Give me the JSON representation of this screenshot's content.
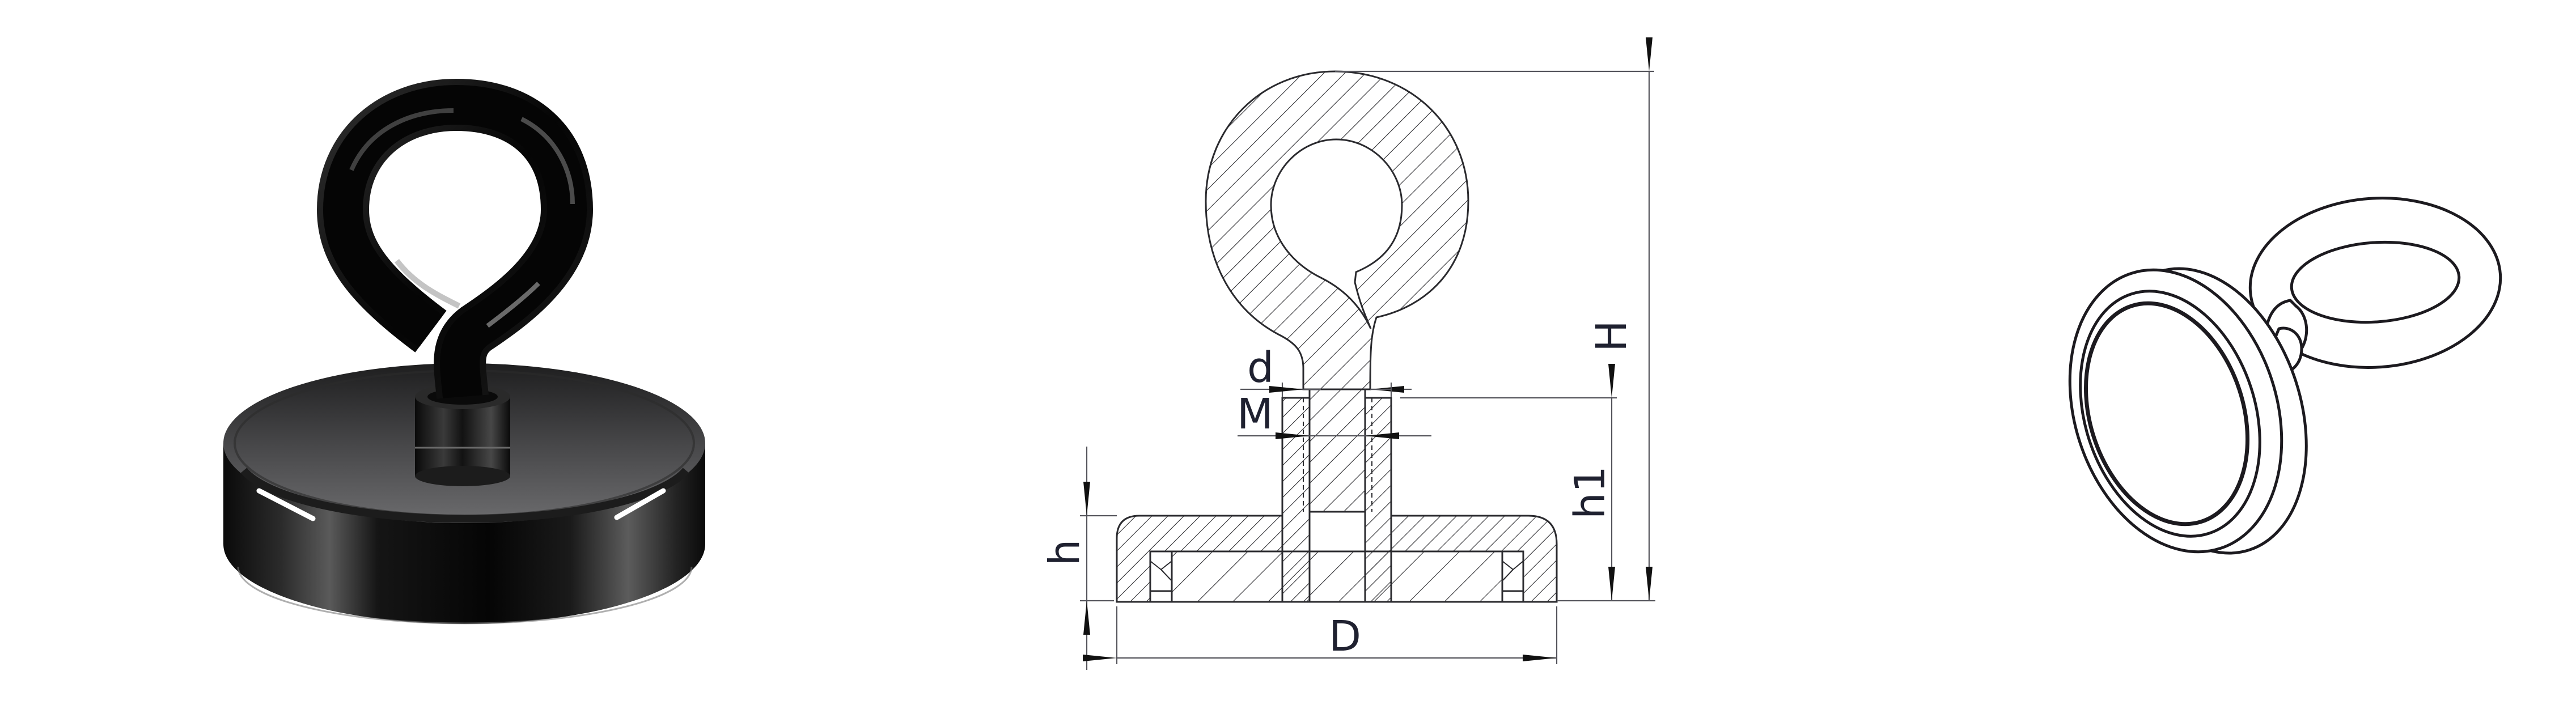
{
  "figure": {
    "panels": [
      {
        "id": "photo",
        "description": "Rendered product view of black pot magnet with eye hook"
      },
      {
        "id": "drawing",
        "description": "Sectional technical drawing with dimensions"
      },
      {
        "id": "sketch",
        "description": "Line-art isometric sketch of magnet with eye hook"
      }
    ]
  },
  "drawing": {
    "dimensions": {
      "d": "d",
      "M": "M",
      "H": "H",
      "h1": "h1",
      "h": "h",
      "D": "D"
    }
  },
  "colors": {
    "background": "#ffffff",
    "line": "#2a2a2e",
    "label": "#1f2130",
    "magnet_dark": "#0c0c0e",
    "magnet_face": "#5a5a5c"
  }
}
